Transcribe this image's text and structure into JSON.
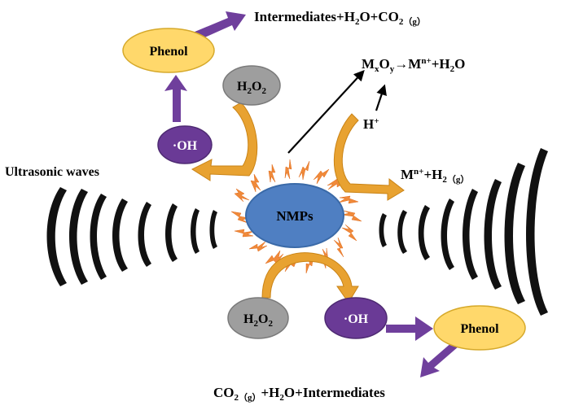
{
  "labels": {
    "ultrasonic": "Ultrasonic waves",
    "nmps": "NMPs",
    "phenol_top": "Phenol",
    "phenol_bottom": "Phenol",
    "oh_top": "·OH",
    "oh_bottom": "·OH",
    "h2o2_top": {
      "main": "H",
      "sub": "2",
      "main2": "O",
      "sub2": "2"
    },
    "h2o2_bottom": {
      "main": "H",
      "sub": "2",
      "main2": "O",
      "sub2": "2"
    },
    "intermediates_top": {
      "t1": "Intermediates+H",
      "s1": "2",
      "t2": "O+CO",
      "s2": "2（g）"
    },
    "mxoy": {
      "t1": "M",
      "s1": "x",
      "t2": "O",
      "s2": "y",
      "t3": "→M",
      "sup": "n+",
      "t4": "+H",
      "s3": "2",
      "t5": "O"
    },
    "hplus": {
      "t1": "H",
      "sup": "+"
    },
    "mn_h2": {
      "t1": "M",
      "sup": "n+",
      "t2": "+H",
      "s1": "2（g）"
    },
    "co2_bottom": {
      "t1": "CO",
      "s1": "2（g）",
      "t2": "+H",
      "s2": "2",
      "t3": "O+Intermediates"
    }
  },
  "colors": {
    "nmps_fill": "#4f7fc2",
    "phenol_fill": "#ffd86b",
    "oh_fill": "#6a3a96",
    "h2o2_fill": "#9e9e9e",
    "curved_arrow": "#e8a231",
    "purple_arrow": "#6f3f9c",
    "spark": "#f08a3a",
    "wave": "#111111"
  }
}
